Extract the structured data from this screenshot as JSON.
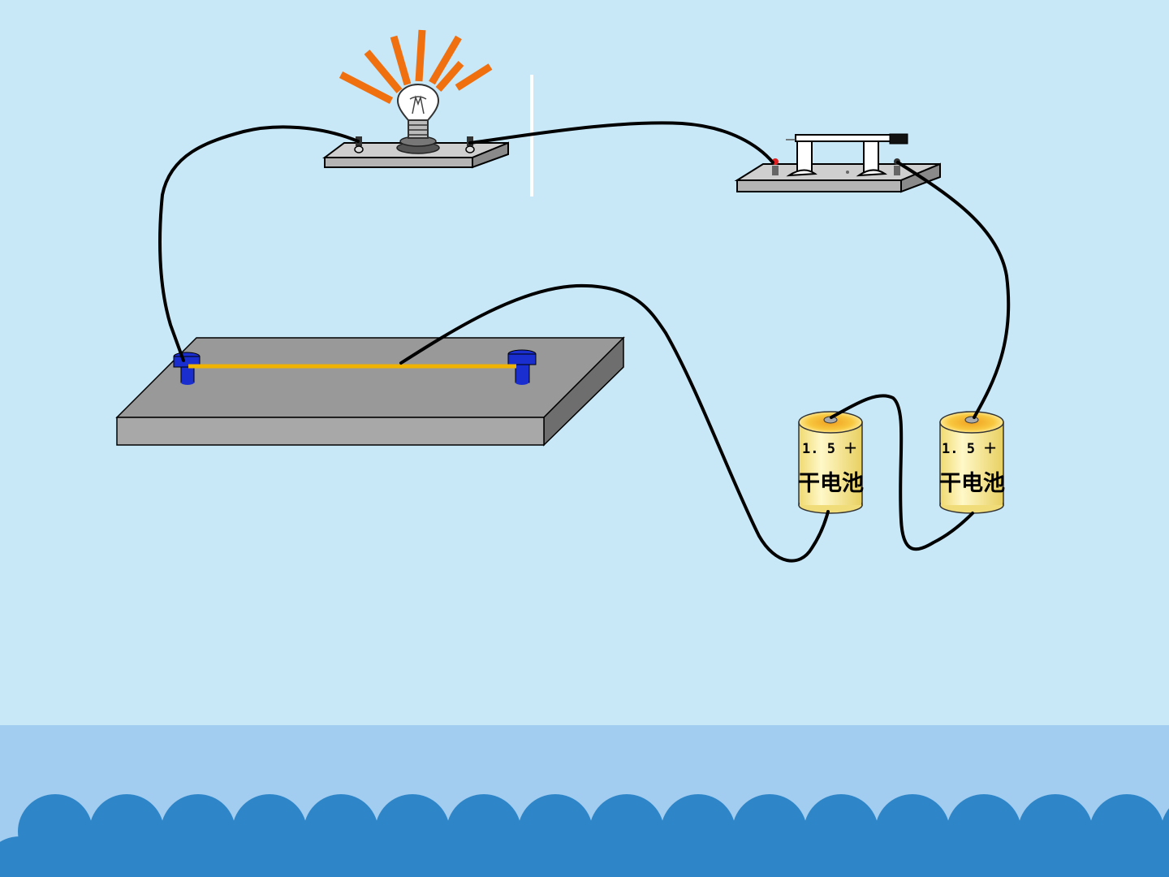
{
  "diagram": {
    "colors": {
      "sky": "#c8e8f8",
      "band": "#a2ccf0",
      "wave": "#2e86c8",
      "board_top": "#999999",
      "board_front": "#a8a8a8",
      "board_side": "#6e6e6e",
      "terminal": "#1a2ed0",
      "nichrome_wire": "#f0b400",
      "wire": "#000000",
      "rays": "#f07010",
      "battery_body": "#f8eca0"
    },
    "batteries": [
      {
        "voltage_label": "1. 5 ＋",
        "name_label": "干电池"
      },
      {
        "voltage_label": "1. 5 ＋",
        "name_label": "干电池"
      }
    ]
  }
}
